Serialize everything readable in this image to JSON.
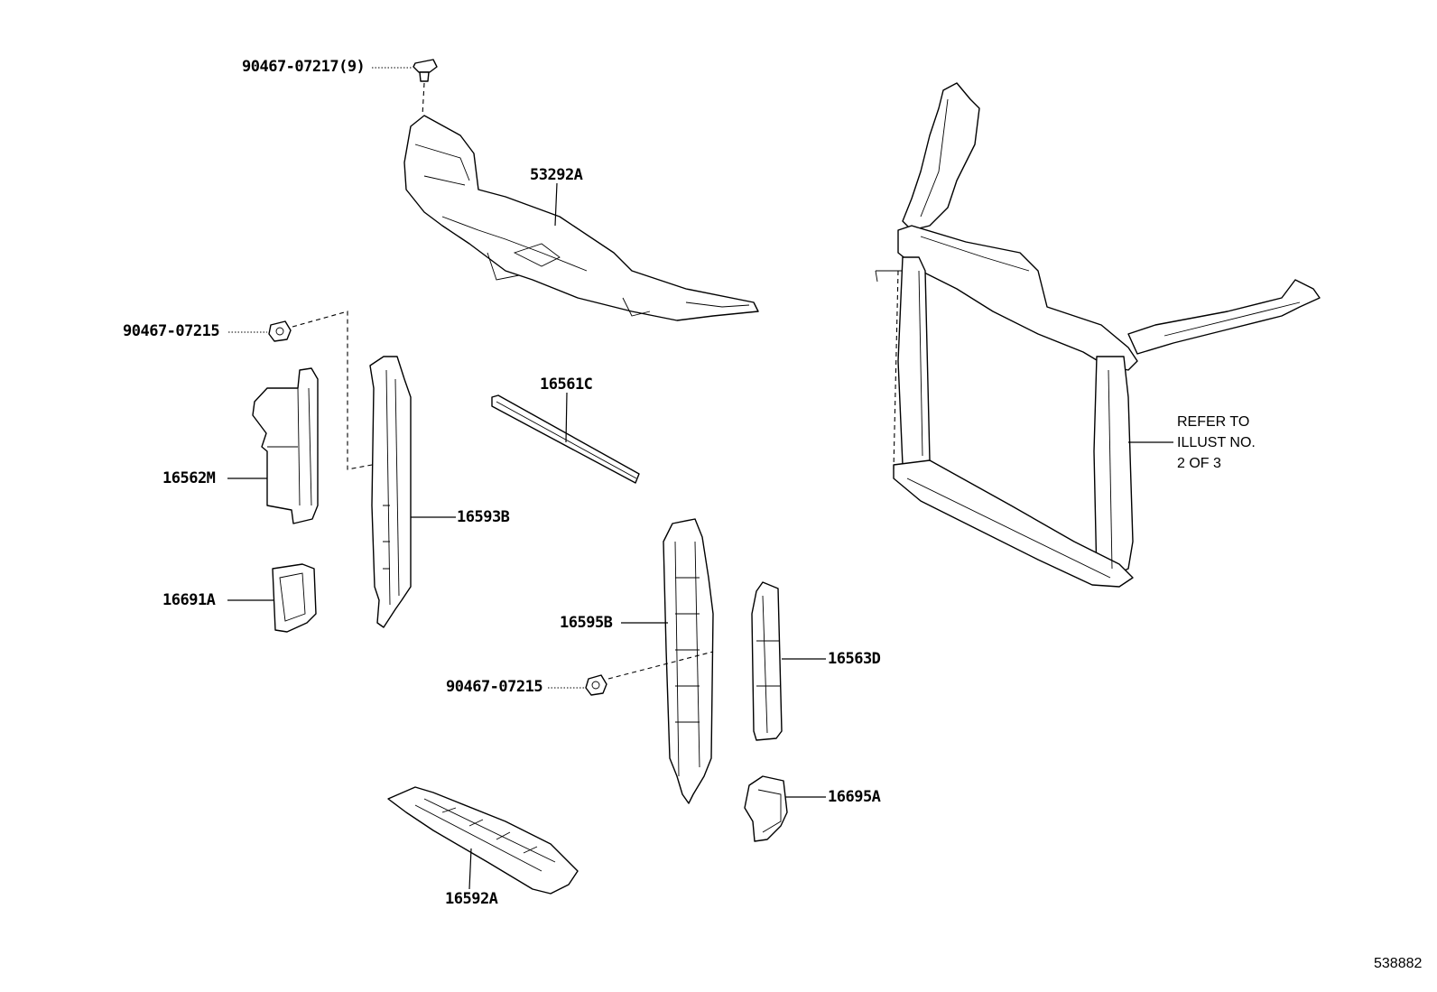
{
  "callouts": {
    "clip_top": "90467-07217(9)",
    "seal_upper": "53292A",
    "clip_left": "90467-07215",
    "seal_bar": "16561C",
    "seal_side_left": "16562M",
    "seal_vertical_left": "16593B",
    "seal_small_left": "16691A",
    "seal_vertical_right": "16595B",
    "clip_mid": "90467-07215",
    "seal_side_right": "16563D",
    "seal_small_right": "16695A",
    "seal_lower": "16592A"
  },
  "reference_note": {
    "line1": "REFER TO",
    "line2": "ILLUST NO.",
    "line3": "2 OF 3"
  },
  "drawing_number": "538882"
}
